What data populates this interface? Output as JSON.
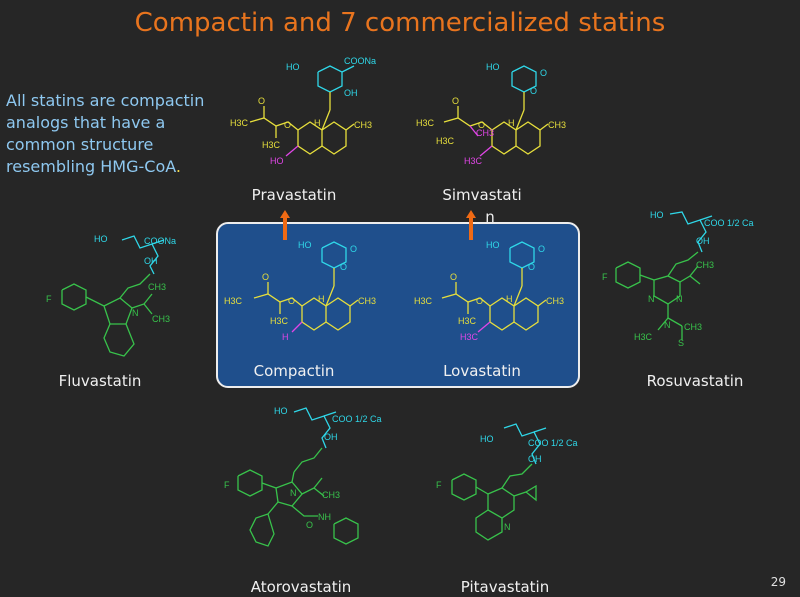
{
  "title": "Compactin and 7 commercialized statins",
  "intro": {
    "text": "All statins are compactin analogs that have a common structure resembling HMG-CoA",
    "end": "."
  },
  "names": {
    "pravastatin": "Pravastatin",
    "simvastatin_1": "Simvastati",
    "simvastatin_2": "n",
    "compactin": "Compactin",
    "lovastatin": "Lovastatin",
    "fluvastatin": "Fluvastatin",
    "rosuvastatin": "Rosuvastatin",
    "atorvastatin": "Atorovastatin",
    "pitavastatin": "Pitavastatin"
  },
  "labels": {
    "ho": "HO",
    "oh": "OH",
    "o": "O",
    "h": "H",
    "h3c": "H3C",
    "ch3": "CH3",
    "coona": "COONa",
    "coo_ca": "COO 1/2 Ca",
    "f": "F",
    "n": "N",
    "nh": "NH",
    "s": "S",
    "h_dagger": "H"
  },
  "colors": {
    "title": "#E8741E",
    "intro": "#8EC8F0",
    "hmg_part": "#2FD7E8",
    "core": "#E7DF3C",
    "synthetic": "#38C24B",
    "modified": "#E046E6",
    "box": "#1F4F8C",
    "arrow": "#F06A14"
  },
  "page_number": "29"
}
